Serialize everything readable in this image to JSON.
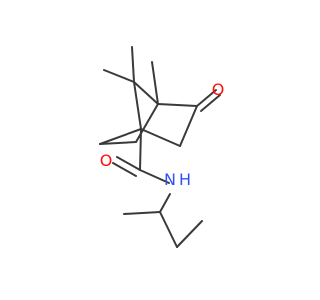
{
  "molecule": {
    "atoms": {
      "oxygen": {
        "symbol": "O",
        "color": "#ff0d0d"
      },
      "nitrogen": {
        "symbol": "N",
        "color": "#3050f8"
      },
      "hydrogen": {
        "symbol": "H",
        "color": "#3050f8"
      }
    },
    "bond_color": "#3a3a3a"
  }
}
